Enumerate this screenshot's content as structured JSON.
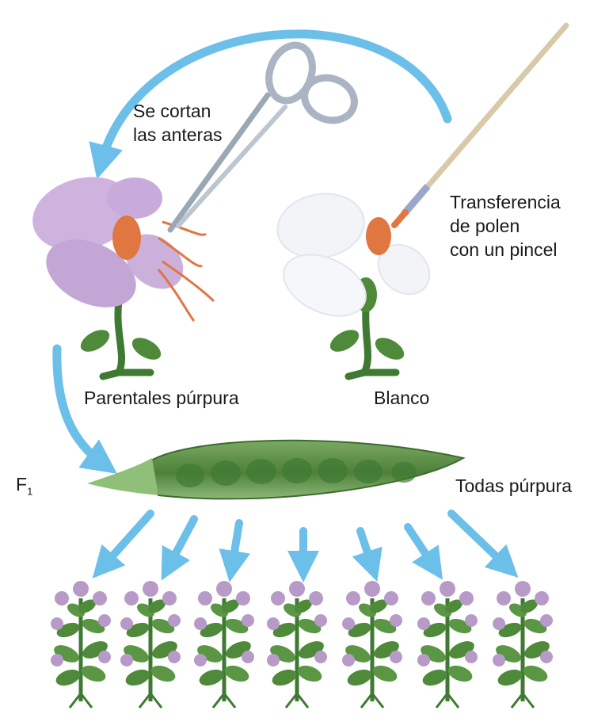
{
  "labels": {
    "cut": "Se cortan\nlas anteras",
    "transfer": "Transferencia\nde polen\ncon un pincel",
    "parent_purple": "Parentales púrpura",
    "parent_white": "Blanco",
    "f1_letter": "F",
    "f1_sub": "1",
    "all_purple": "Todas púrpura"
  },
  "icons": {
    "scissors": "scissors-icon",
    "brush": "paintbrush-icon",
    "pod": "pea-pod-icon"
  },
  "colors": {
    "arrow": "#6cbfe8",
    "purple_petal": "#cdb3dd",
    "white_petal": "#f3f4f8",
    "anther": "#e07640",
    "leaf": "#4f8a3b",
    "pod": "#5c8f47"
  },
  "offspring_count": 7
}
